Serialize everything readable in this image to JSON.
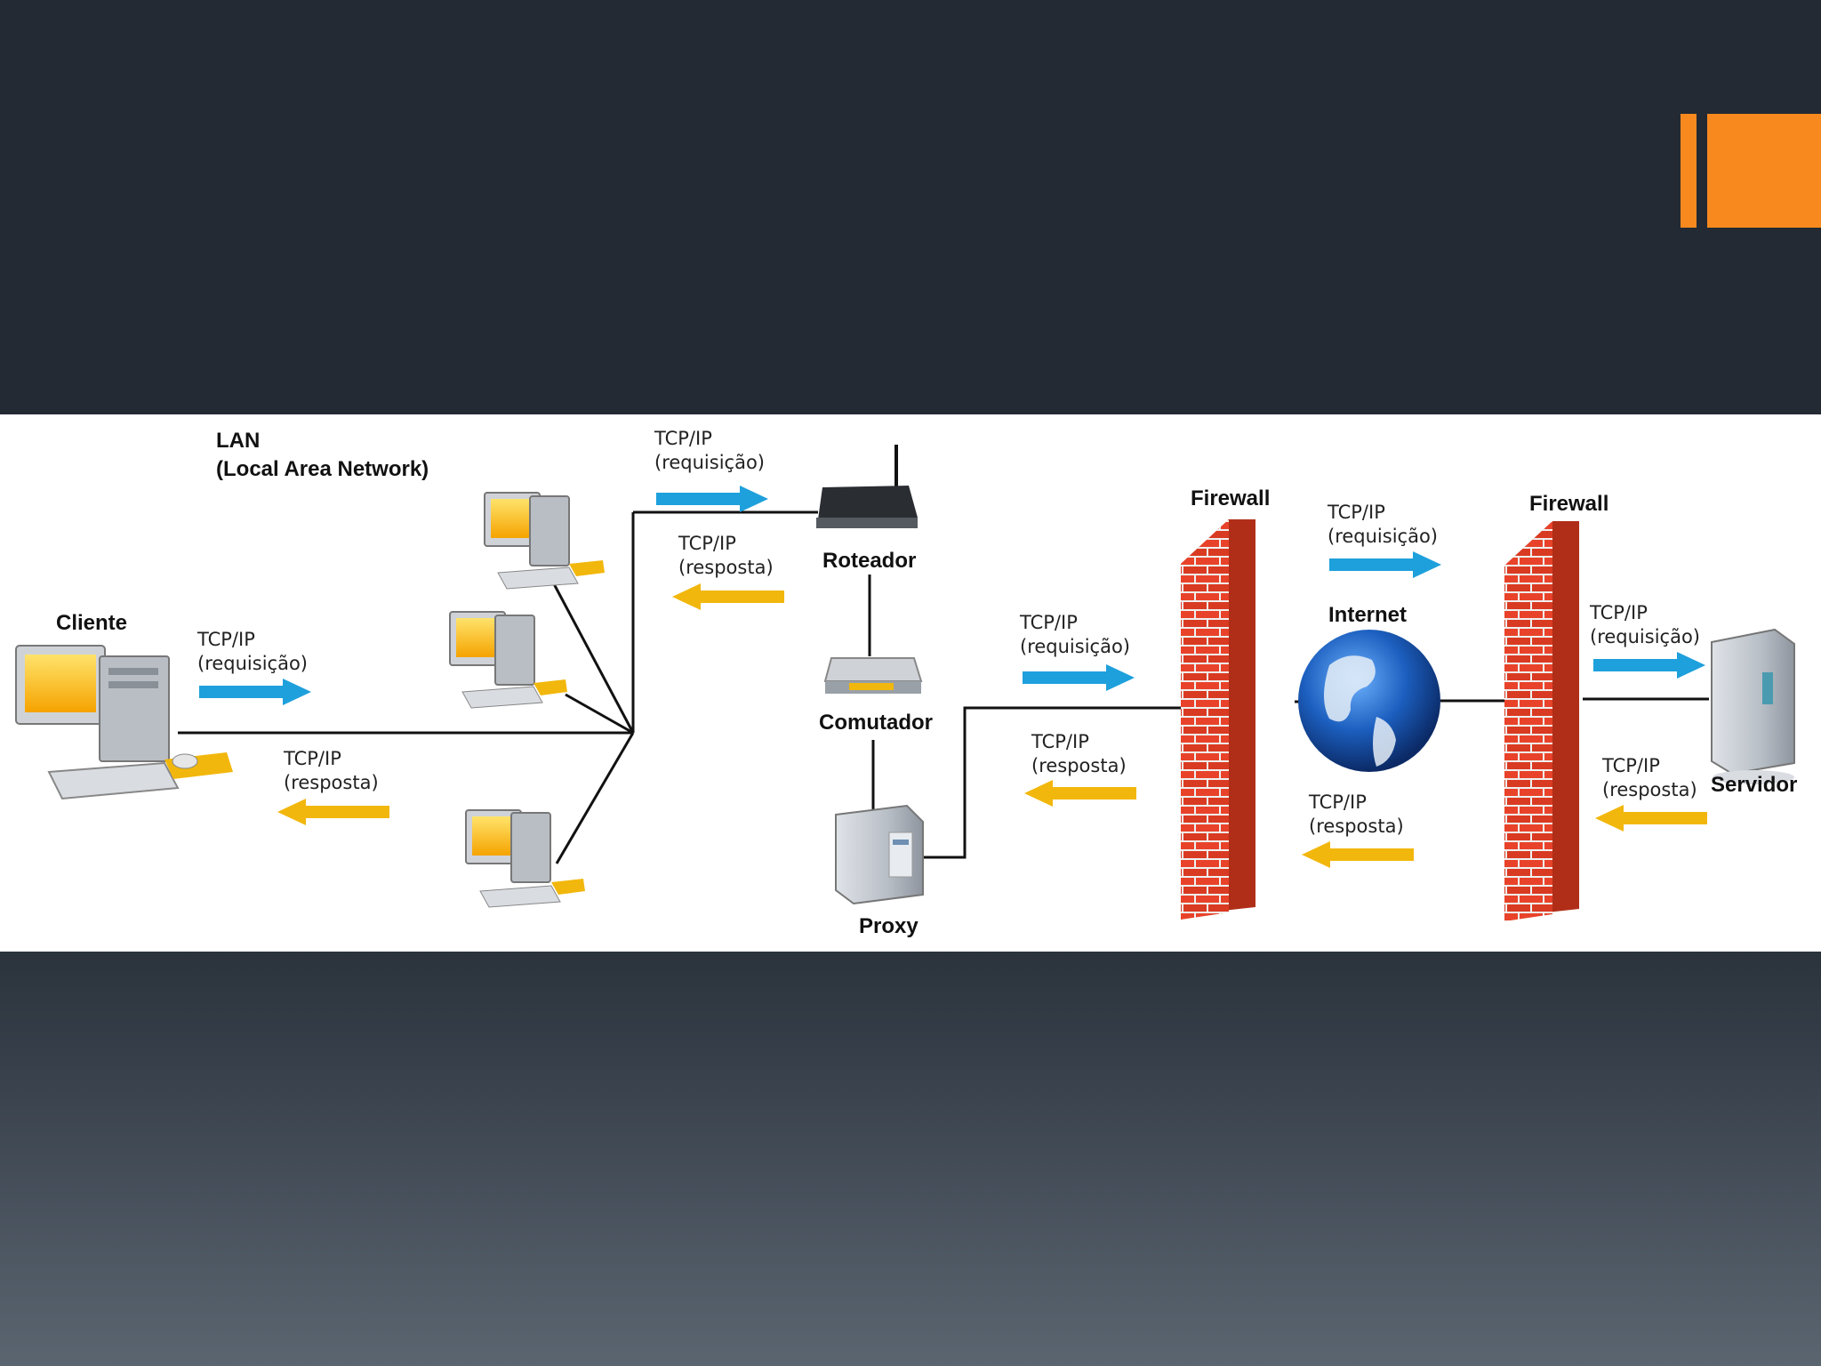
{
  "slide": {
    "accent_color": "#f7891f",
    "background_color": "#232a33"
  },
  "diagram": {
    "lan_title": "LAN",
    "lan_subtitle": "(Local Area Network)",
    "nodes": {
      "cliente": "Cliente",
      "roteador": "Roteador",
      "comutador": "Comutador",
      "proxy": "Proxy",
      "firewall_left": "Firewall",
      "internet": "Internet",
      "firewall_right": "Firewall",
      "servidor": "Servidor"
    },
    "protocol": "TCP/IP",
    "request": "(requisição)",
    "response": "(resposta)",
    "request_arrow_color": "#1ea0dc",
    "response_arrow_color": "#f2b70d",
    "icons": [
      "desktop-computer-icon",
      "router-icon",
      "switch-icon",
      "proxy-server-icon",
      "brick-firewall-icon",
      "globe-icon",
      "tower-server-icon"
    ]
  }
}
